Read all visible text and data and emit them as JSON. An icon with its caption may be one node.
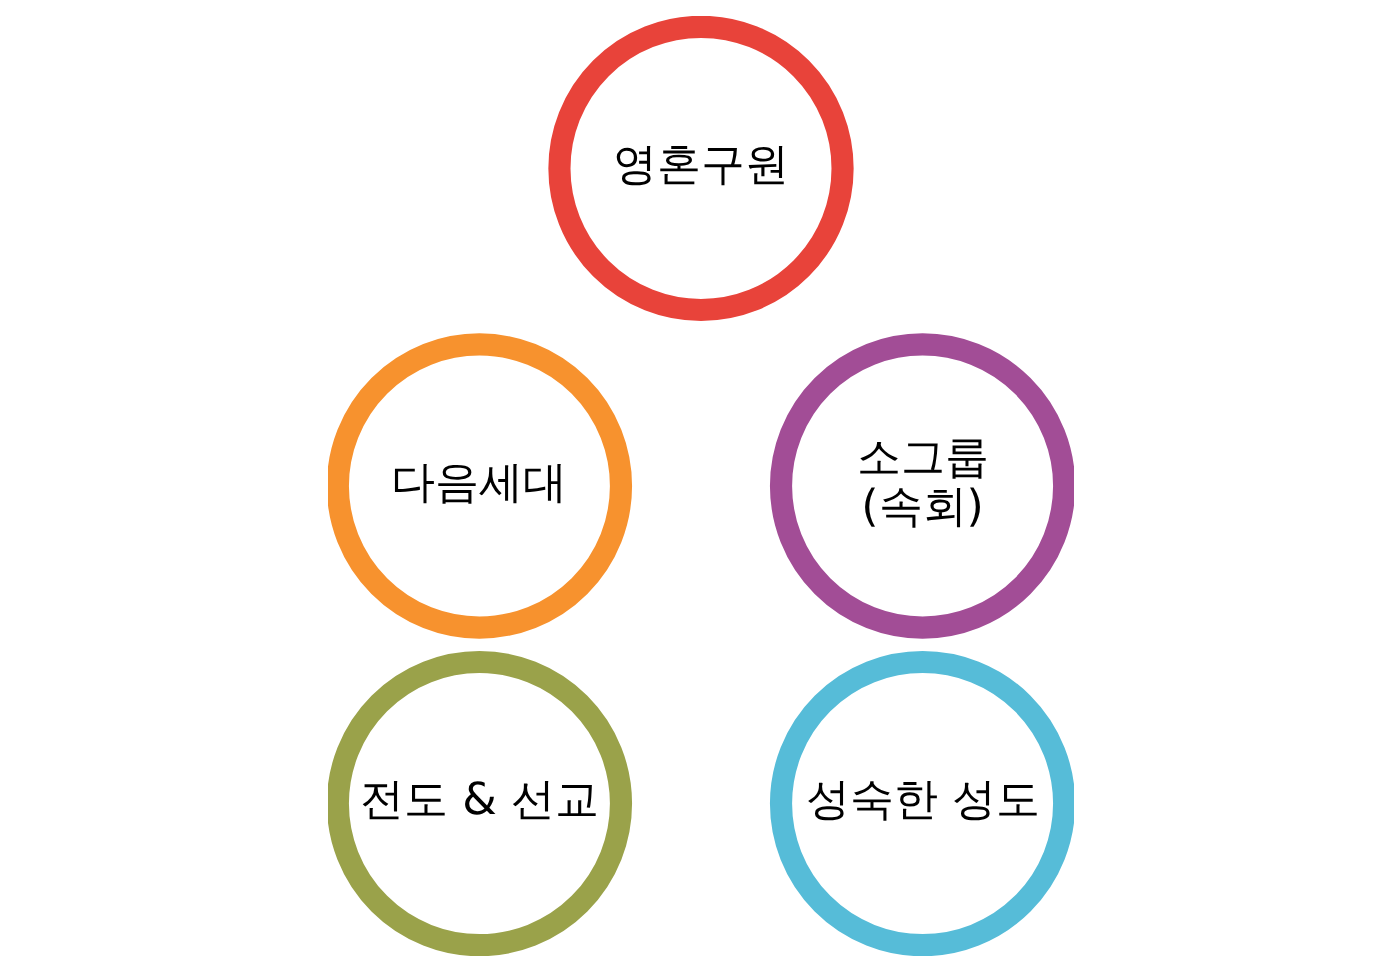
{
  "diagram": {
    "nodes": [
      {
        "text": [
          "영혼구원"
        ]
      },
      {
        "text": [
          "다음세대"
        ]
      },
      {
        "text": [
          "전도 & 선교"
        ]
      },
      {
        "text": [
          "성숙한 성도"
        ]
      },
      {
        "text": [
          "소그룹",
          "(속회)"
        ]
      }
    ]
  }
}
